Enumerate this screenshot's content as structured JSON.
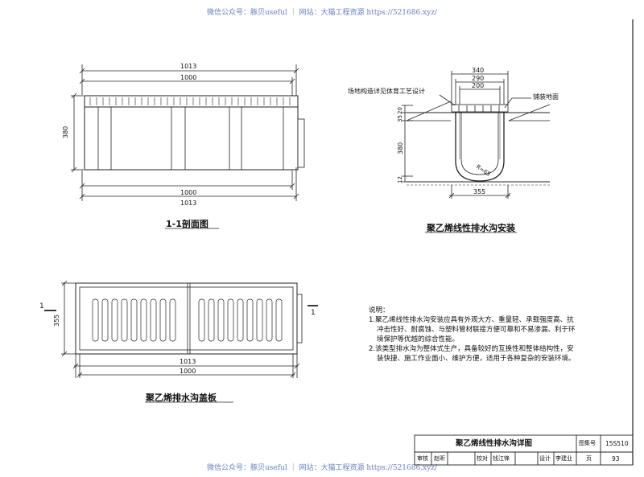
{
  "watermark_top": "微信公众号：豚贝useful ｜ 网站：大猫工程资源 https://521686.xyz/",
  "watermark_bottom": "微信公众号：豚贝useful ｜ 网站：大猫工程资源 https://521686.xyz/",
  "section_view": {
    "title": "1-1剖面图",
    "dim_top_outer": "1013",
    "dim_top_inner": "1000",
    "dim_bottom_inner": "1000",
    "dim_bottom_outer": "1013",
    "dim_height": "380"
  },
  "install_view": {
    "title": "聚乙烯线性排水沟安装",
    "dim_340": "340",
    "dim_290": "290",
    "dim_200": "200",
    "dim_355": "355",
    "dim_380": "380",
    "dim_20": "20",
    "dim_35": "35",
    "dim_12": "12",
    "radius": "R=65",
    "label_site": "场地构造详见体育工艺设计",
    "label_paving": "铺装地面"
  },
  "cover_view": {
    "title": "聚乙烯排水沟盖板",
    "dim_height": "355",
    "dim_outer": "1013",
    "dim_inner": "1000",
    "section_mark_left": "1",
    "section_mark_right": "1"
  },
  "notes": {
    "heading": "说明：",
    "items": [
      "1.聚乙烯线性排水沟安装应具有外观大方、重量轻、承载强度高、抗",
      "冲击性好、耐腐蚀、与塑料管材联接方便可靠和不易渗漏、利于环",
      "境保护等优越的综合性能。",
      "2.该类型排水沟为整体式生产，具备较好的互换性和整体结构性，安",
      "装快捷、施工作业面小、维护方便，适用于各种复杂的安装环境。"
    ]
  },
  "title_block": {
    "drawing_title": "聚乙烯线性排水沟详图",
    "atlas_label": "图集号",
    "atlas_no": "15S510",
    "review_label": "审核",
    "review_name": "赵昕",
    "check_label": "校对",
    "check_name": "钱江锋",
    "design_label": "设计",
    "design_name": "李建业",
    "page_label": "页",
    "page_no": "93"
  }
}
